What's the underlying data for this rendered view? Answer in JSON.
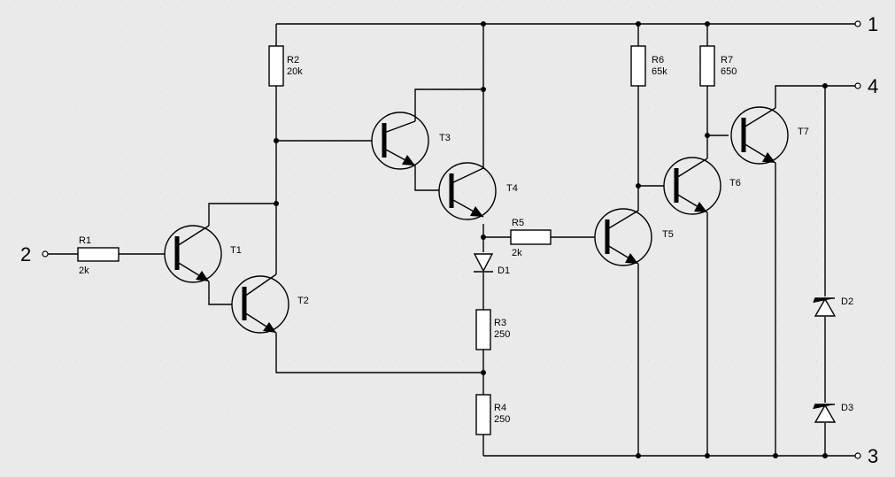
{
  "terminals": {
    "t1": "1",
    "t2": "2",
    "t3": "3",
    "t4": "4"
  },
  "resistors": {
    "R1": {
      "name": "R1",
      "value": "2k"
    },
    "R2": {
      "name": "R2",
      "value": "20k"
    },
    "R3": {
      "name": "R3",
      "value": "250"
    },
    "R4": {
      "name": "R4",
      "value": "250"
    },
    "R5": {
      "name": "R5",
      "value": "2k"
    },
    "R6": {
      "name": "R6",
      "value": "65k"
    },
    "R7": {
      "name": "R7",
      "value": "650"
    }
  },
  "transistors": {
    "T1": "T1",
    "T2": "T2",
    "T3": "T3",
    "T4": "T4",
    "T5": "T5",
    "T6": "T6",
    "T7": "T7"
  },
  "diodes": {
    "D1": "D1",
    "D2": "D2",
    "D3": "D3"
  },
  "colors": {
    "background": "#eaeaea",
    "ink": "#000000"
  }
}
